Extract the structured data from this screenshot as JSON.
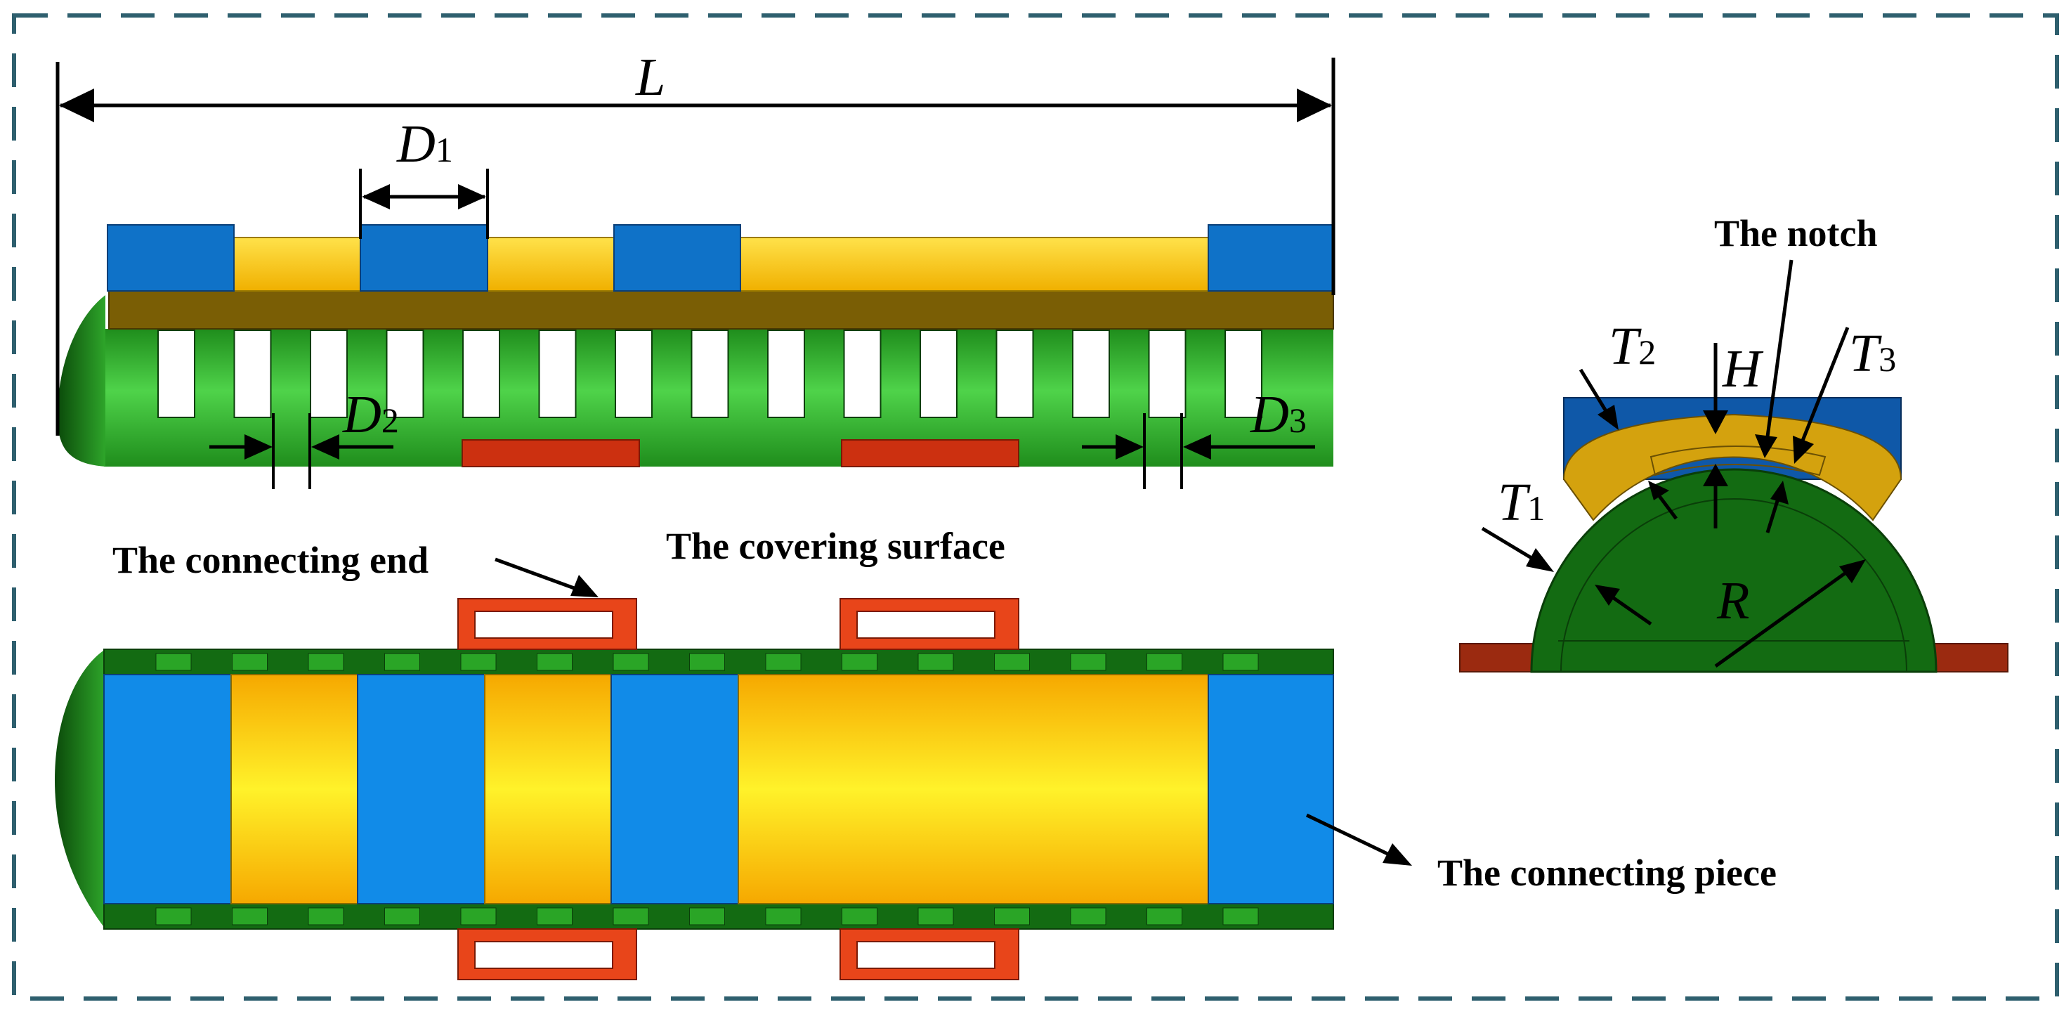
{
  "dimensions": {
    "L": "L",
    "D1": {
      "main": "D",
      "sub": "1"
    },
    "D2": {
      "main": "D",
      "sub": "2"
    },
    "D3": {
      "main": "D",
      "sub": "3"
    },
    "T1": {
      "main": "T",
      "sub": "1"
    },
    "T2": {
      "main": "T",
      "sub": "2"
    },
    "T3": {
      "main": "T",
      "sub": "3"
    },
    "H": "H",
    "R": "R"
  },
  "labels": {
    "notch": "The notch",
    "connecting_end": "The connecting end",
    "covering_surface": "The covering surface",
    "connecting_piece": "The connecting piece"
  },
  "colors": {
    "frame_dash": "#2e5f6e",
    "blue_block": "#0f72c8",
    "blue_bright": "#118be8",
    "yellow": "#ffd200",
    "brown_bar": "#7a5e05",
    "green_light": "#3cc43a",
    "green_dark": "#136b12",
    "red_strip": "#cc3010",
    "orange_red": "#e8451a",
    "gold": "#d4a20e",
    "dark_red_base": "#9b2a10",
    "navy": "#0f58a8"
  }
}
